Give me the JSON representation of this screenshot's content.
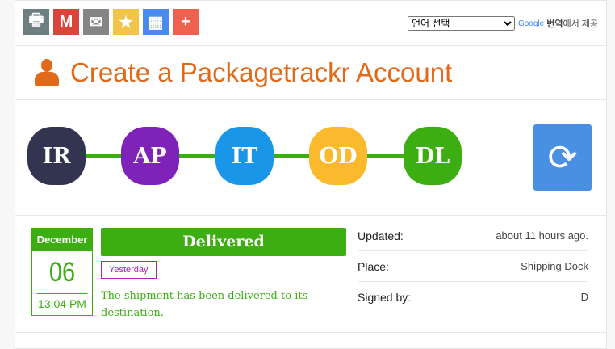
{
  "toolbar": {
    "buttons": [
      {
        "name": "print-icon",
        "glyph": "🖶",
        "color": "#6d7f80"
      },
      {
        "name": "gmail-icon",
        "glyph": "M",
        "color": "#d9453a"
      },
      {
        "name": "email-icon",
        "glyph": "✉",
        "color": "#858585"
      },
      {
        "name": "favorite-star-icon",
        "glyph": "★",
        "color": "#f2c447"
      },
      {
        "name": "qr-code-icon",
        "glyph": "▦",
        "color": "#4a89f0"
      },
      {
        "name": "add-plus-icon",
        "glyph": "+",
        "color": "#f0604e"
      }
    ]
  },
  "translate": {
    "select_value": "언어 선택",
    "google": "Google",
    "label_bold": "번역",
    "label_rest": "에서 제공"
  },
  "header": {
    "title": "Create a Packagetrackr Account"
  },
  "steps": [
    {
      "label": "IR",
      "color": "#323450"
    },
    {
      "label": "AP",
      "color": "#7f22b8"
    },
    {
      "label": "IT",
      "color": "#1a96e8"
    },
    {
      "label": "OD",
      "color": "#fbb92e"
    },
    {
      "label": "DL",
      "color": "#3cae12"
    }
  ],
  "refresh_icon": "⟳",
  "event": {
    "month": "December",
    "day": "06",
    "time": "13:04 PM",
    "status": "Delivered",
    "relative": "Yesterday",
    "description": "The shipment has been delivered to its destination."
  },
  "info": [
    {
      "label": "Updated:",
      "value": "about 11 hours ago."
    },
    {
      "label": "Place:",
      "value": "Shipping Dock"
    },
    {
      "label": "Signed by:",
      "value": "D"
    }
  ]
}
